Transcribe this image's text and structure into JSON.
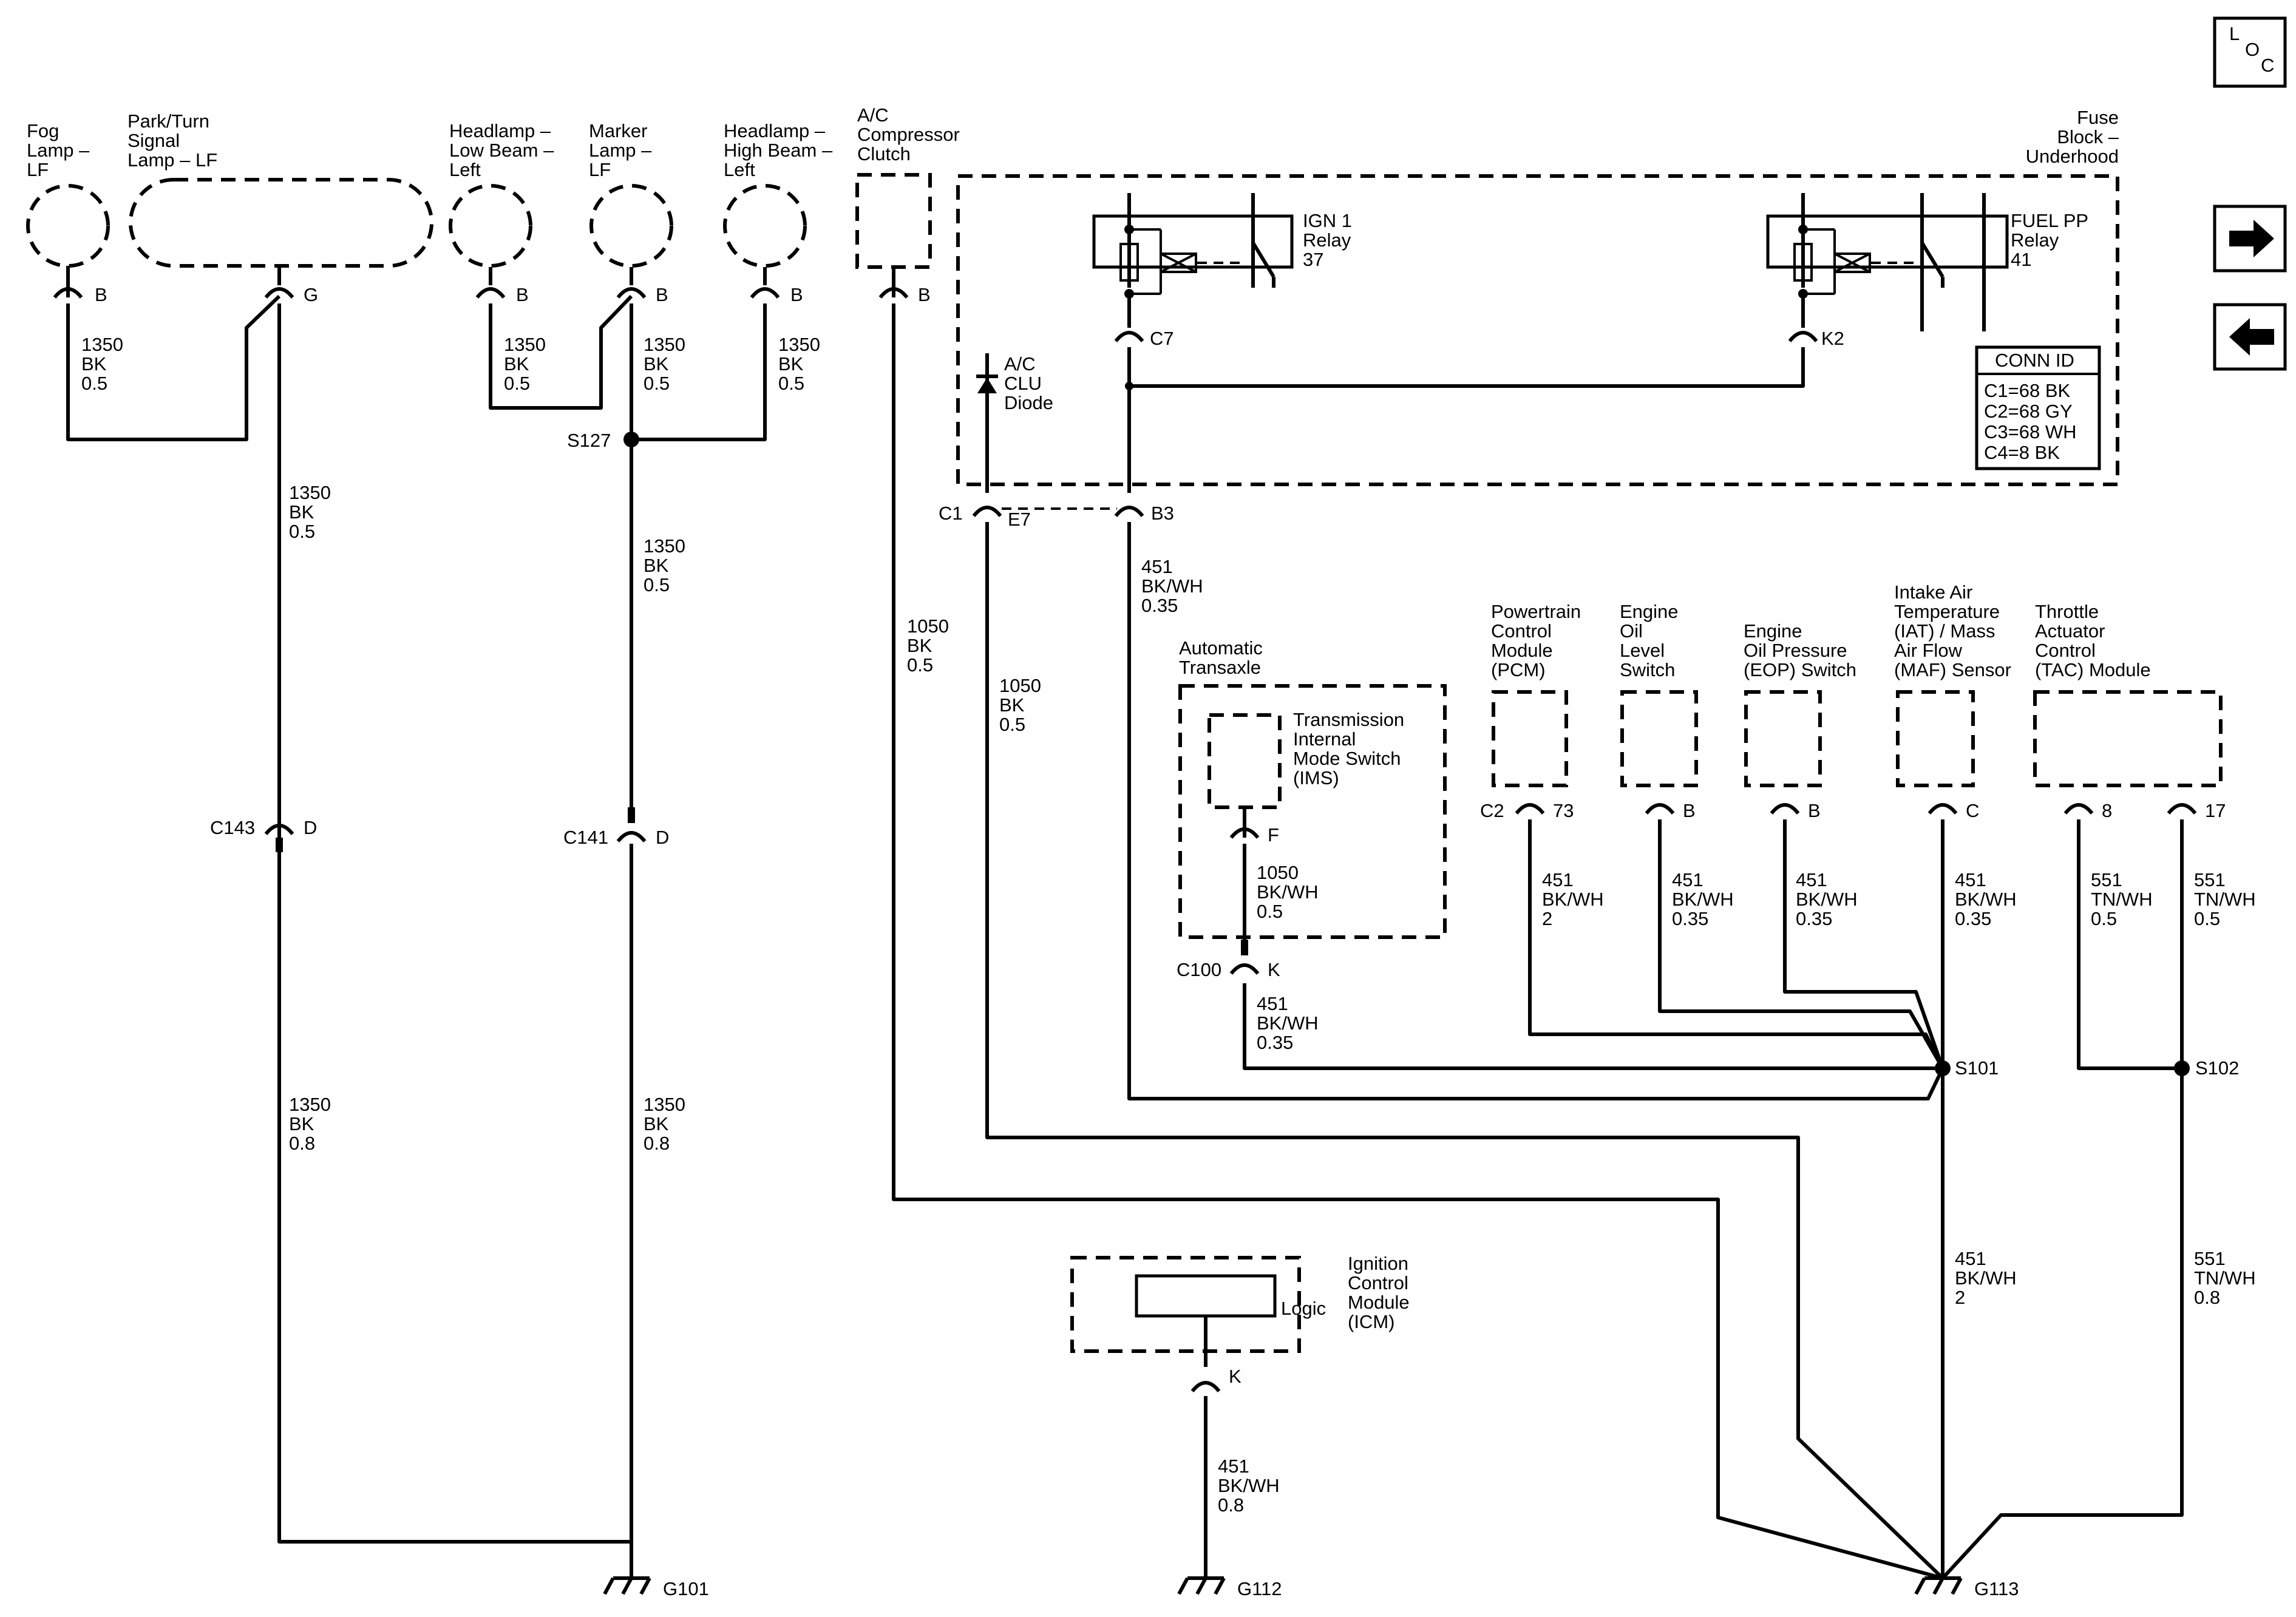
{
  "nav": {
    "loc_l": "L",
    "loc_o": "O",
    "loc_c": "C"
  },
  "components": {
    "fog_lamp": [
      "Fog",
      "Lamp –",
      "LF"
    ],
    "park_turn": [
      "Park/Turn",
      "Signal",
      "Lamp – LF"
    ],
    "headlamp_low": [
      "Headlamp –",
      "Low Beam –",
      "Left"
    ],
    "marker_lamp": [
      "Marker",
      "Lamp –",
      "LF"
    ],
    "headlamp_high": [
      "Headlamp –",
      "High Beam –",
      "Left"
    ],
    "ac_clutch": [
      "A/C",
      "Compressor",
      "Clutch"
    ],
    "fuse_block": [
      "Fuse",
      "Block –",
      "Underhood"
    ],
    "ign1_relay": [
      "IGN 1",
      "Relay",
      "37"
    ],
    "fuel_pp_relay": [
      "FUEL PP",
      "Relay",
      "41"
    ],
    "ac_diode": [
      "A/C",
      "CLU",
      "Diode"
    ],
    "auto_transaxle": [
      "Automatic",
      "Transaxle"
    ],
    "ims": [
      "Transmission",
      "Internal",
      "Mode Switch",
      "(IMS)"
    ],
    "pcm": [
      "Powertrain",
      "Control",
      "Module",
      "(PCM)"
    ],
    "oil_level": [
      "Engine",
      "Oil",
      "Level",
      "Switch"
    ],
    "eop": [
      "Engine",
      "Oil Pressure",
      "(EOP) Switch"
    ],
    "iat_maf": [
      "Intake Air",
      "Temperature",
      "(IAT) / Mass",
      "Air Flow",
      "(MAF) Sensor"
    ],
    "tac": [
      "Throttle",
      "Actuator",
      "Control",
      "(TAC) Module"
    ],
    "icm": [
      "Ignition",
      "Control",
      "Module",
      "(ICM)"
    ],
    "logic": "Logic"
  },
  "conn_id": {
    "title": "CONN ID",
    "rows": [
      "C1=68 BK",
      "C2=68 GY",
      "C3=68 WH",
      "C4=8 BK"
    ]
  },
  "pins": {
    "fog": "B",
    "park": "G",
    "low": "B",
    "marker": "B",
    "high": "B",
    "ac": "B",
    "c7": "C7",
    "k2": "K2",
    "c1": "C1",
    "e7": "E7",
    "b3": "B3",
    "c143": "C143",
    "c143_pin": "D",
    "c141": "C141",
    "c141_pin": "D",
    "ims_pin": "F",
    "c100": "C100",
    "c100_pin": "K",
    "pcm_c2": "C2",
    "pcm_73": "73",
    "oil_pin": "B",
    "eop_pin": "B",
    "maf_pin": "C",
    "tac_8": "8",
    "tac_17": "17",
    "icm_pin": "K"
  },
  "splices": {
    "s127": "S127",
    "s101": "S101",
    "s102": "S102"
  },
  "grounds": {
    "g101": "G101",
    "g112": "G112",
    "g113": "G113"
  },
  "wires": {
    "fog": [
      "1350",
      "BK",
      "0.5"
    ],
    "park": [
      "1350",
      "BK",
      "0.5"
    ],
    "low": [
      "1350",
      "BK",
      "0.5"
    ],
    "marker": [
      "1350",
      "BK",
      "0.5"
    ],
    "high": [
      "1350",
      "BK",
      "0.5"
    ],
    "s127_down": [
      "1350",
      "BK",
      "0.5"
    ],
    "g101_a": [
      "1350",
      "BK",
      "0.8"
    ],
    "g101_b": [
      "1350",
      "BK",
      "0.8"
    ],
    "ac": [
      "1050",
      "BK",
      "0.5"
    ],
    "c1": [
      "1050",
      "BK",
      "0.5"
    ],
    "b3": [
      "451",
      "BK/WH",
      "0.35"
    ],
    "ims": [
      "1050",
      "BK/WH",
      "0.5"
    ],
    "c100": [
      "451",
      "BK/WH",
      "0.35"
    ],
    "pcm": [
      "451",
      "BK/WH",
      "2"
    ],
    "oil": [
      "451",
      "BK/WH",
      "0.35"
    ],
    "eop": [
      "451",
      "BK/WH",
      "0.35"
    ],
    "maf": [
      "451",
      "BK/WH",
      "0.35"
    ],
    "tac8": [
      "551",
      "TN/WH",
      "0.5"
    ],
    "tac17": [
      "551",
      "TN/WH",
      "0.5"
    ],
    "s101_g113": [
      "451",
      "BK/WH",
      "2"
    ],
    "s102_g113": [
      "551",
      "TN/WH",
      "0.8"
    ],
    "icm": [
      "451",
      "BK/WH",
      "0.8"
    ]
  }
}
